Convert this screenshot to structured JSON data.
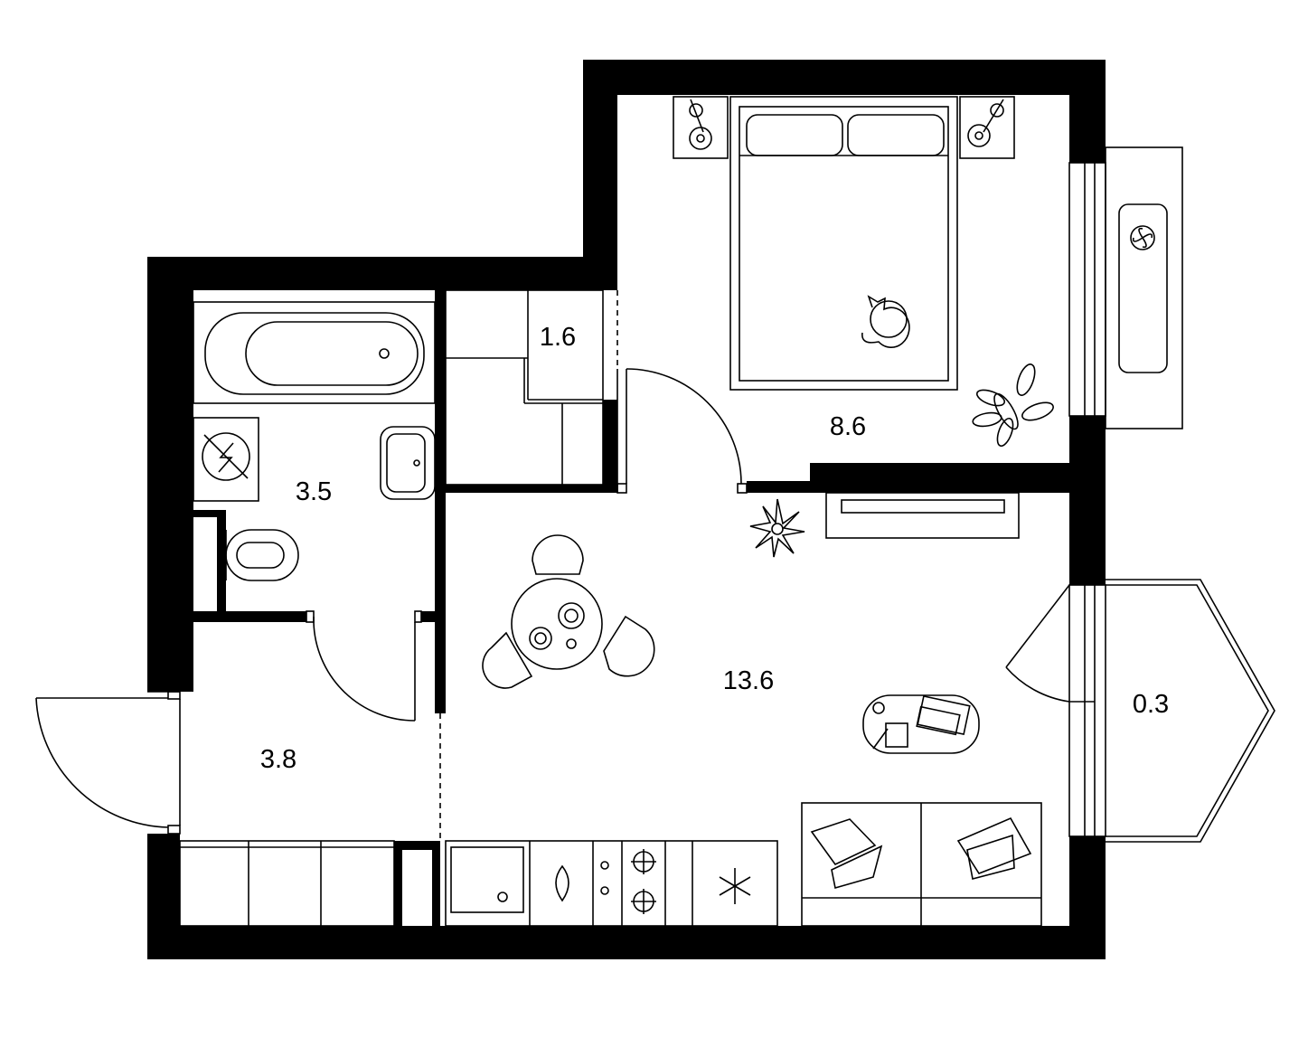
{
  "rooms": {
    "storage": {
      "area": "1.6"
    },
    "bedroom": {
      "area": "8.6"
    },
    "bathroom": {
      "area": "3.5"
    },
    "living_kitchen": {
      "area": "13.6"
    },
    "hallway": {
      "area": "3.8"
    },
    "balcony": {
      "area": "0.3"
    }
  }
}
